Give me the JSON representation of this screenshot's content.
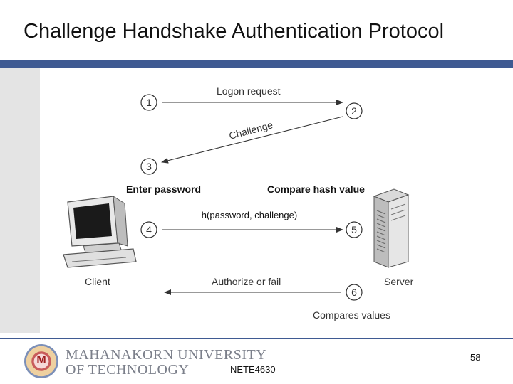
{
  "slide": {
    "title": "Challenge Handshake Authentication Protocol",
    "page_number": "58",
    "course_code": "NETE4630"
  },
  "university": {
    "line1": "MAHANAKORN UNIVERSITY",
    "line2": "OF TECHNOLOGY",
    "logo_letter": "M"
  },
  "diagram": {
    "steps": [
      "1",
      "2",
      "3",
      "4",
      "5",
      "6"
    ],
    "logon_request": "Logon request",
    "challenge": "Challenge",
    "enter_password": "Enter password",
    "compare_hash": "Compare hash value",
    "hash_function": "h(password, challenge)",
    "client": "Client",
    "server": "Server",
    "authorize": "Authorize or fail",
    "compares_values": "Compares values"
  },
  "colors": {
    "band": "#3f5a92",
    "sidebar": "#e4e4e4"
  }
}
